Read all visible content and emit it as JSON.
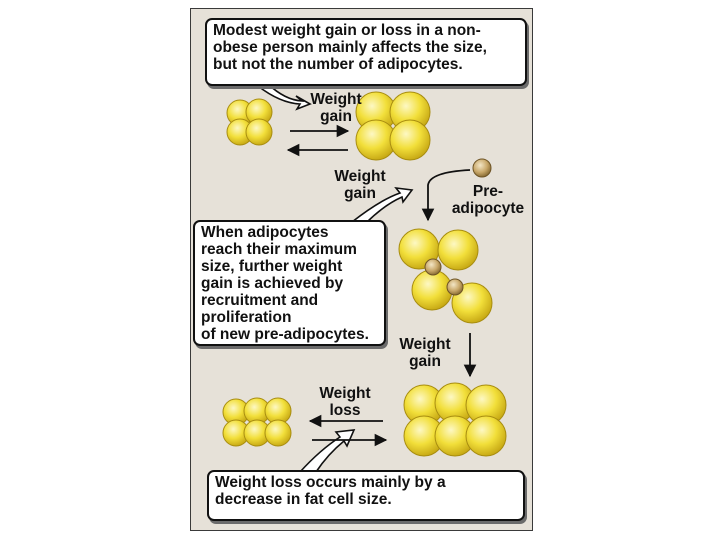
{
  "callouts": {
    "top": [
      "Modest weight gain or loss in a non-",
      "obese person mainly affects the size,",
      "but not the number of adipocytes."
    ],
    "middle": [
      "When adipocytes",
      "reach their maximum",
      "size, further weight",
      "gain is achieved by",
      "recruitment and",
      "proliferation",
      "of new pre-adipocytes."
    ],
    "bottom": [
      "Weight loss occurs mainly by a",
      "decrease in fat cell size."
    ]
  },
  "labels": {
    "weight_gain_1": [
      "Weight",
      "gain"
    ],
    "weight_gain_2": [
      "Weight",
      "gain"
    ],
    "pre_adipocyte": [
      "Pre-",
      "adipocyte"
    ],
    "weight_gain_3": [
      "Weight",
      "gain"
    ],
    "weight_loss": [
      "Weight",
      "loss"
    ]
  },
  "colors": {
    "panel_bg": "#e6e1d8",
    "cell_fill": "#f2df3a",
    "cell_highlight": "#fbf6b0",
    "cell_outline": "#b59a10",
    "preadipocyte_fill": "#c9a86a",
    "arrow": "#111111"
  }
}
